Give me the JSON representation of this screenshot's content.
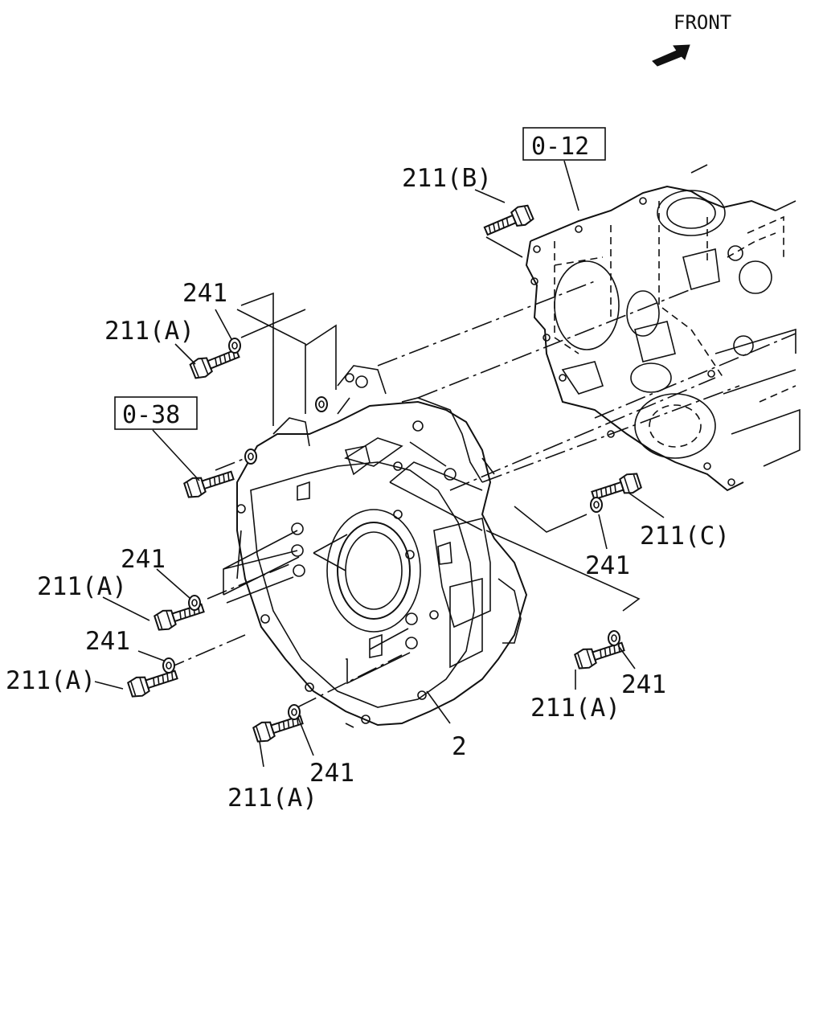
{
  "orientation": {
    "label": "FRONT",
    "icon": "front-arrow-icon"
  },
  "references": [
    {
      "id": "ref-0-12",
      "text": "0-12"
    },
    {
      "id": "ref-0-38",
      "text": "0-38"
    }
  ],
  "callouts": [
    {
      "id": "c1",
      "text": "211(B)"
    },
    {
      "id": "c2",
      "text": "241"
    },
    {
      "id": "c3",
      "text": "211(A)"
    },
    {
      "id": "c4",
      "text": "241"
    },
    {
      "id": "c5",
      "text": "211(A)"
    },
    {
      "id": "c6",
      "text": "241"
    },
    {
      "id": "c7",
      "text": "211(A)"
    },
    {
      "id": "c8",
      "text": "241"
    },
    {
      "id": "c9",
      "text": "211(A)"
    },
    {
      "id": "c10",
      "text": "241"
    },
    {
      "id": "c11",
      "text": "211(A)"
    },
    {
      "id": "c12",
      "text": "211(C)"
    },
    {
      "id": "c13",
      "text": "241"
    },
    {
      "id": "c14",
      "text": "2"
    }
  ],
  "parts": [
    {
      "name": "flywheel-housing",
      "icon": "flywheel-housing-icon"
    },
    {
      "name": "cylinder-block",
      "icon": "cylinder-block-icon"
    },
    {
      "name": "bolt",
      "icon": "bolt-icon"
    },
    {
      "name": "washer",
      "icon": "washer-icon"
    }
  ]
}
